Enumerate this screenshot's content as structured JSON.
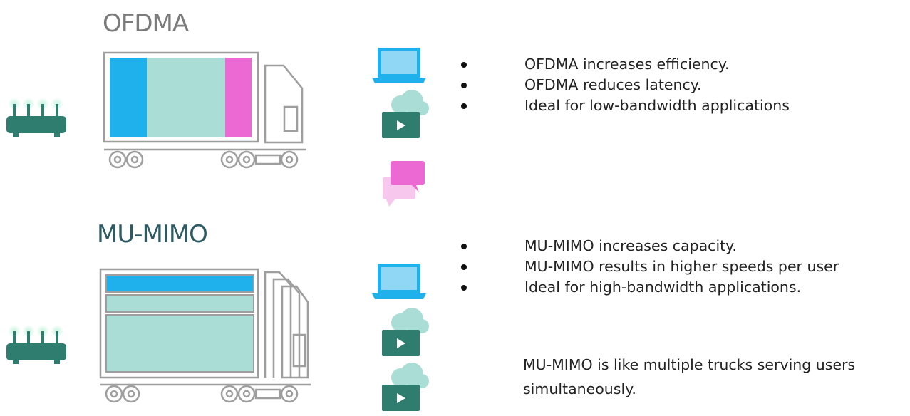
{
  "ofdma": {
    "title": "OFDMA",
    "bullets": [
      "OFDMA increases efficiency.",
      "OFDMA reduces latency.",
      "Ideal for low-bandwidth applications"
    ]
  },
  "mumimo": {
    "title": "MU-MIMO",
    "bullets": [
      "MU-MIMO increases capacity.",
      "MU-MIMO results in higher speeds per user",
      "Ideal for high-bandwidth applications."
    ],
    "summary": "MU-MIMO is like multiple trucks serving users simultaneously."
  },
  "icons": {
    "ofdma": [
      "router-icon",
      "truck-icon",
      "laptop-icon",
      "video-cloud-icon",
      "chat-icon"
    ],
    "mumimo": [
      "router-icon",
      "stacked-trucks-icon",
      "laptop-icon",
      "video-cloud-icon",
      "video-cloud-icon"
    ]
  },
  "colors": {
    "blue": "#1fb1ec",
    "mint": "#a9ddd5",
    "pink": "#ec69d3",
    "teal": "#2e7d6e",
    "gray": "#9e9e9e",
    "title_gray": "#7b7b7b",
    "title_teal": "#2c5b63"
  }
}
